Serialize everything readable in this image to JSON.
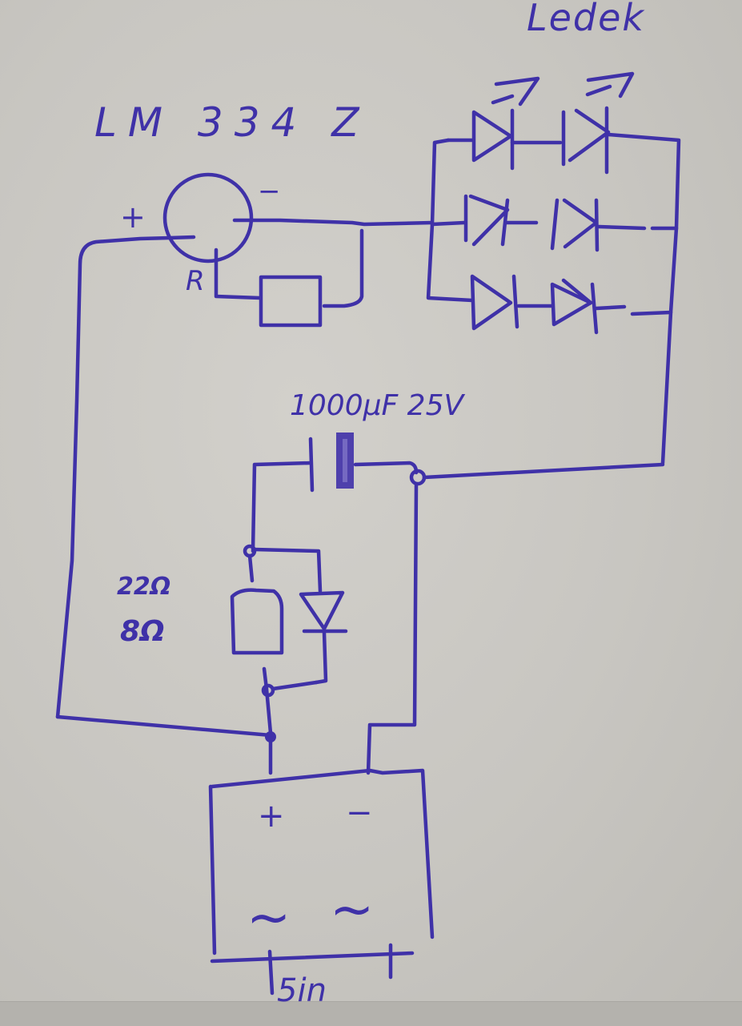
{
  "diagram": {
    "type": "hand-drawn circuit schematic",
    "medium": "blue pen on grey paper",
    "colors": {
      "ink": "#3f31a8",
      "paper": "#c8c6c1"
    },
    "labels": {
      "regulator": "LM 334 Z",
      "regulator_plus": "+",
      "regulator_minus": "−",
      "regulator_r_pin": "R",
      "led_array": "Ledek",
      "capacitor": "1000µF 25V",
      "resistor_top": "22Ω",
      "resistor_bottom": "8Ω",
      "rectifier_plus": "+",
      "rectifier_minus": "−",
      "rectifier_ac1": "~",
      "rectifier_ac2": "~",
      "ac_input": "5in"
    },
    "components": [
      {
        "id": "lm334",
        "kind": "current source",
        "label": "LM 334 Z",
        "pins": [
          "+",
          "−",
          "R"
        ]
      },
      {
        "id": "r_set",
        "kind": "resistor",
        "between": [
          "lm334.R",
          "lm334.−"
        ]
      },
      {
        "id": "led_matrix",
        "kind": "LED array",
        "label": "Ledek",
        "rows": 3,
        "leds_per_row": 2,
        "total_leds": 6
      },
      {
        "id": "c1",
        "kind": "electrolytic capacitor",
        "label": "1000µF 25V"
      },
      {
        "id": "r_series",
        "kind": "resistor",
        "label": "22Ω / 8Ω"
      },
      {
        "id": "d1",
        "kind": "diode",
        "parallel_to": "r_series"
      },
      {
        "id": "bridge",
        "kind": "rectifier",
        "terminals": [
          "+",
          "−",
          "~",
          "~"
        ]
      }
    ]
  }
}
